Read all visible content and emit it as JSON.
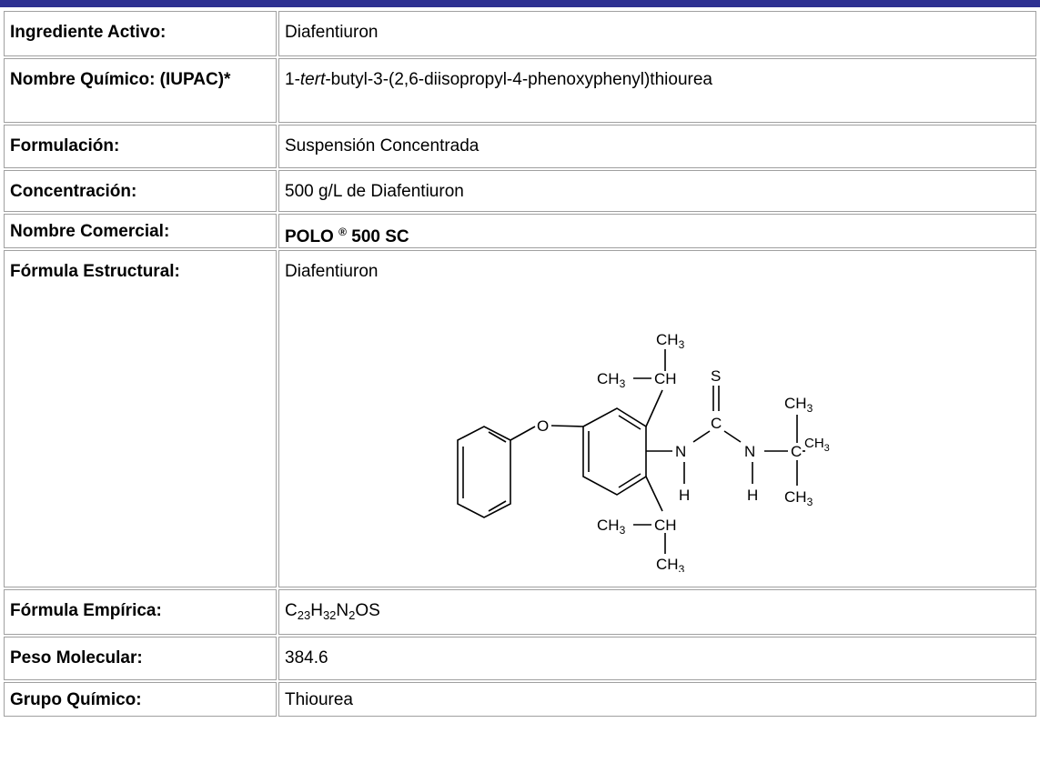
{
  "rows": {
    "ingredient": {
      "label": "Ingrediente Activo:",
      "value": "Diafentiuron"
    },
    "chemical_name": {
      "label": "Nombre Químico: (IUPAC)*",
      "prefix": "1-",
      "italic": "tert",
      "suffix": "-butyl-3-(2,6-diisopropyl-4-phenoxyphenyl)thiourea"
    },
    "formulation": {
      "label": "Formulación:",
      "value": "Suspensión Concentrada"
    },
    "concentration": {
      "label": "Concentración:",
      "value": "500 g/L de Diafentiuron"
    },
    "trade_name": {
      "label": "Nombre Comercial:",
      "name": "POLO",
      "mark": "®",
      "suffix": "500 SC"
    },
    "structural": {
      "label": "Fórmula Estructural:",
      "value": "Diafentiuron"
    },
    "empirical": {
      "label": "Fórmula Empírica:",
      "c": "C",
      "c_n": "23",
      "h": "H",
      "h_n": "32",
      "n": "N",
      "n_n": "2",
      "rest": "OS"
    },
    "weight": {
      "label": "Peso Molecular:",
      "value": "384.6"
    },
    "group": {
      "label": "Grupo Químico:",
      "value": "Thiourea"
    }
  },
  "structure": {
    "ch": "CH",
    "three": "3",
    "atom_s": "S",
    "atom_c": "C",
    "atom_n": "N",
    "atom_h": "H",
    "atom_o": "O"
  },
  "colors": {
    "top_bar": "#2e3192",
    "cell_border": "#a0a0a0"
  }
}
